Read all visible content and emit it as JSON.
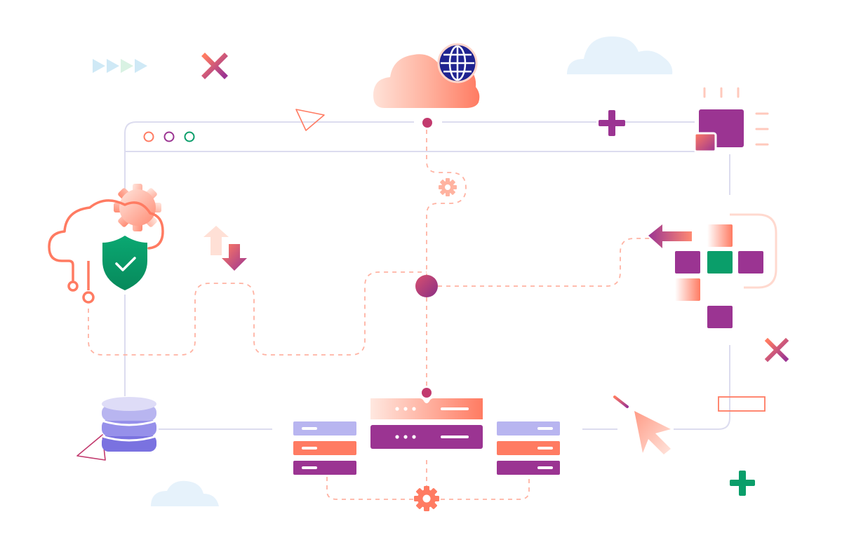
{
  "colors": {
    "background": "#ffffff",
    "coral": "#ff7b62",
    "coral_light": "#ffd9cf",
    "purple": "#9b3492",
    "purple_dark": "#8a2f85",
    "green": "#0a9e6a",
    "lavender": "#b8b5f0",
    "indigo": "#7a72e0",
    "navy": "#1f2390",
    "line_gray": "#dcdcef",
    "cloud_blue": "#e6f2fb",
    "arrow_teal": "#cfe9f6",
    "arrow_green": "#d9f2e3"
  },
  "window_controls": [
    "close-dot",
    "minimize-dot",
    "maximize-dot"
  ],
  "icons": [
    "cloud-globe-icon",
    "globe-icon",
    "shield-check-icon",
    "cloud-circuit-icon",
    "gear-icon",
    "database-icon",
    "server-rack-icon",
    "data-transfer-arrows-icon",
    "app-grid-icon",
    "left-arrow-icon",
    "cursor-click-icon",
    "window-square-icon",
    "plus-icon",
    "close-x-icon",
    "triangle-icon",
    "fast-forward-arrows-icon",
    "cloud-decor-icon"
  ]
}
